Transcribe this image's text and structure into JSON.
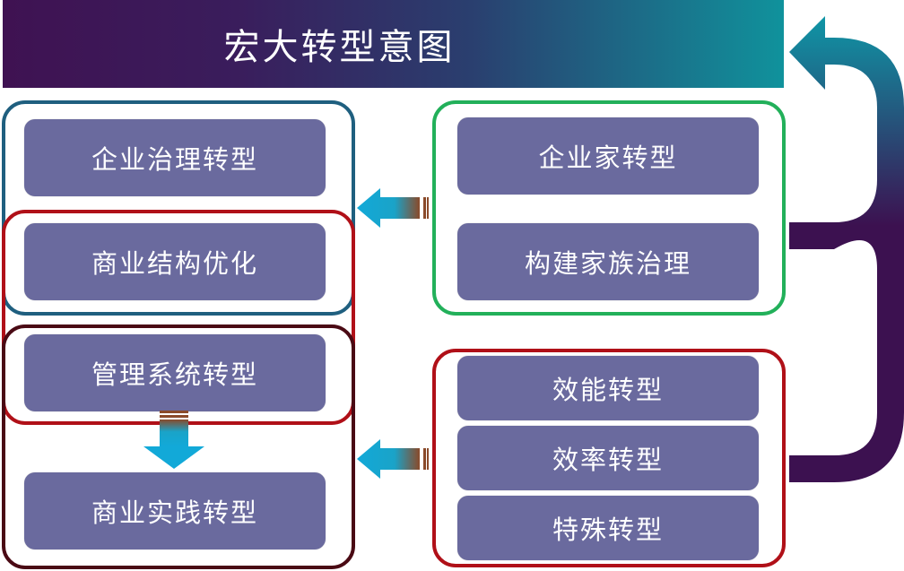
{
  "banner": {
    "title": "宏大转型意图"
  },
  "left": {
    "boxes": [
      {
        "label": "企业治理转型"
      },
      {
        "label": "商业结构优化"
      },
      {
        "label": "管理系统转型"
      },
      {
        "label": "商业实践转型"
      }
    ]
  },
  "right_top": {
    "boxes": [
      {
        "label": "企业家转型"
      },
      {
        "label": "构建家族治理"
      }
    ]
  },
  "right_bottom": {
    "boxes": [
      {
        "label": "效能转型"
      },
      {
        "label": "效率转型"
      },
      {
        "label": "特殊转型"
      }
    ]
  },
  "colors": {
    "box_fill": "#6a6a9e",
    "frame_blue": "#1f5f7f",
    "frame_red": "#b01018",
    "frame_darkred": "#4a0a14",
    "frame_green": "#22b05a",
    "arrow_teal": "#0f96a6",
    "arrow_purple": "#3c1150"
  }
}
